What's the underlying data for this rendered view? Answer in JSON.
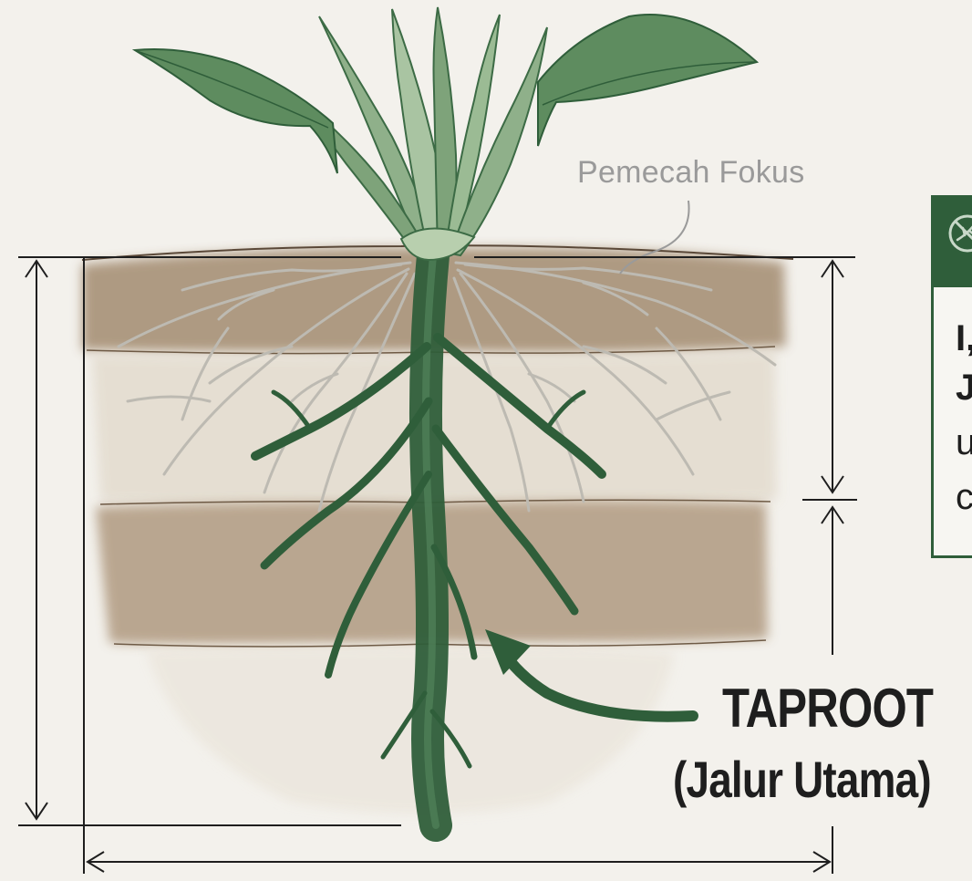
{
  "labels": {
    "focus_breaker": "Pemecah Fokus",
    "taproot_title": "TAPROOT",
    "taproot_subtitle": "(Jalur Utama)"
  },
  "callout": {
    "icon": "crossed-out-branch-icon",
    "line1": "I,",
    "line2": "J",
    "line3": "u",
    "line4": "c"
  },
  "colors": {
    "background": "#f3f1ec",
    "plant_green": "#3c6b45",
    "leaf_light": "#8fb08a",
    "taproot": "#2f5e3a",
    "fibrous_root": "#bdbab2",
    "topsoil": "#a38b70",
    "subsoil": "#b09a80",
    "callout_green": "#2f5e3a",
    "label_grey": "#9a9a9a"
  }
}
